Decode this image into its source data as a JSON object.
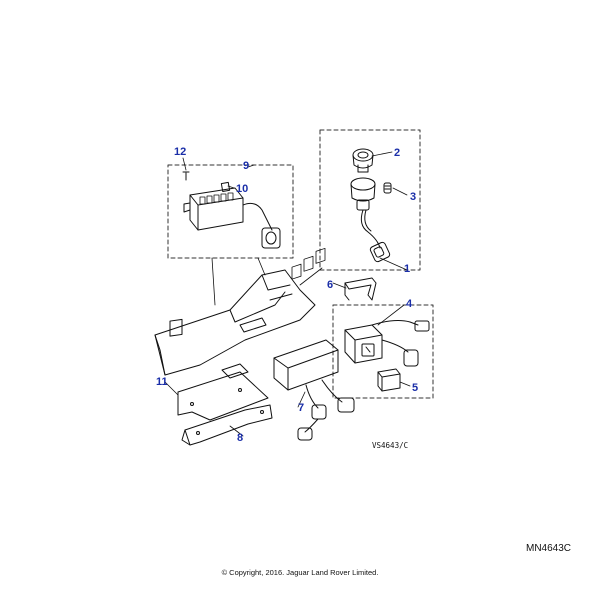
{
  "callouts": [
    "1",
    "2",
    "3",
    "4",
    "5",
    "6",
    "7",
    "8",
    "9",
    "10",
    "11",
    "12"
  ],
  "reference_code": "VS4643/C",
  "diagram_code": "MN4643C",
  "copyright": "© Copyright, 2016. Jaguar Land Rover Limited.",
  "colors": {
    "callout": "#1a2ea8",
    "line": "#111111",
    "dashed": "#333333"
  }
}
